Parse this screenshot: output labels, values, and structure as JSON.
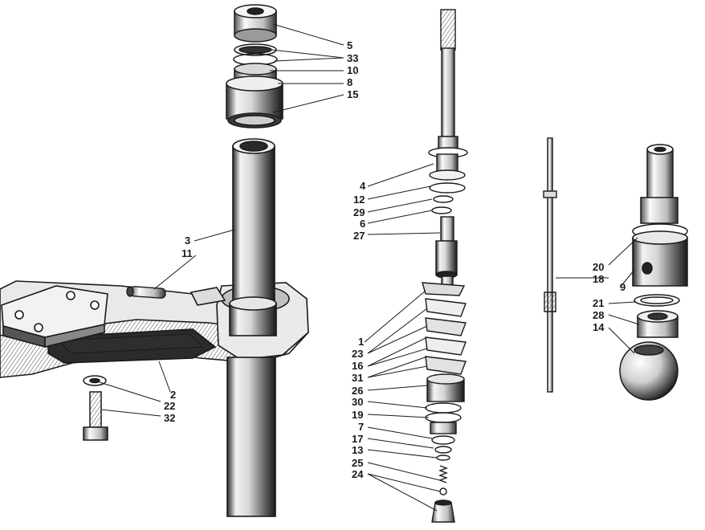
{
  "diagram": {
    "labels": {
      "l5": "5",
      "l33": "33",
      "l10": "10",
      "l8": "8",
      "l15": "15",
      "l3": "3",
      "l11": "11",
      "l2": "2",
      "l22": "22",
      "l32": "32",
      "l4": "4",
      "l12": "12",
      "l29": "29",
      "l6": "6",
      "l27": "27",
      "l1": "1",
      "l23": "23",
      "l16": "16",
      "l31": "31",
      "l26": "26",
      "l30": "30",
      "l19": "19",
      "l7": "7",
      "l17": "17",
      "l13": "13",
      "l25": "25",
      "l24": "24",
      "l20": "20",
      "l18": "18",
      "l9": "9",
      "l21": "21",
      "l28": "28",
      "l14": "14"
    },
    "colors": {
      "ink": "#1a1a1a",
      "paper": "#ffffff",
      "shade": "#6e6e6e"
    }
  }
}
